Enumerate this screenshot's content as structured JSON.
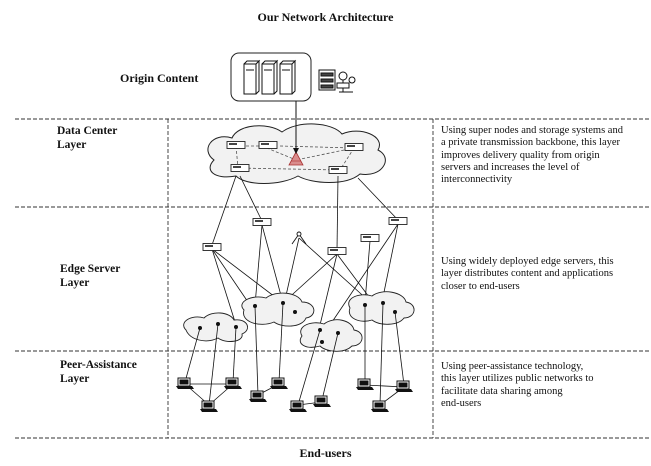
{
  "diagram": {
    "title": "Our Network Architecture",
    "origin_label": "Origin Content",
    "end_users_label": "End-users",
    "layers": [
      {
        "name_line1": "Data Center",
        "name_line2": "Layer",
        "description": [
          "Using super nodes and storage systems and",
          "a private transmission backbone, this layer",
          "improves delivery quality from origin",
          "servers and increases the level of",
          "interconnectivity"
        ]
      },
      {
        "name_line1": "Edge Server",
        "name_line2": "Layer",
        "description": [
          "Using widely deployed edge servers, this",
          "layer distributes content and applications",
          "closer to end-users"
        ]
      },
      {
        "name_line1": "Peer-Assistance",
        "name_line2": "Layer",
        "description": [
          "Using peer-assistance technology,",
          "this layer utilizes public networks to",
          "facilitate data sharing among",
          "end-users"
        ]
      }
    ],
    "icons": [
      "server-rack-icon",
      "storage-device-icon",
      "router-icon",
      "cloud-icon",
      "antenna-icon",
      "laptop-icon"
    ]
  }
}
